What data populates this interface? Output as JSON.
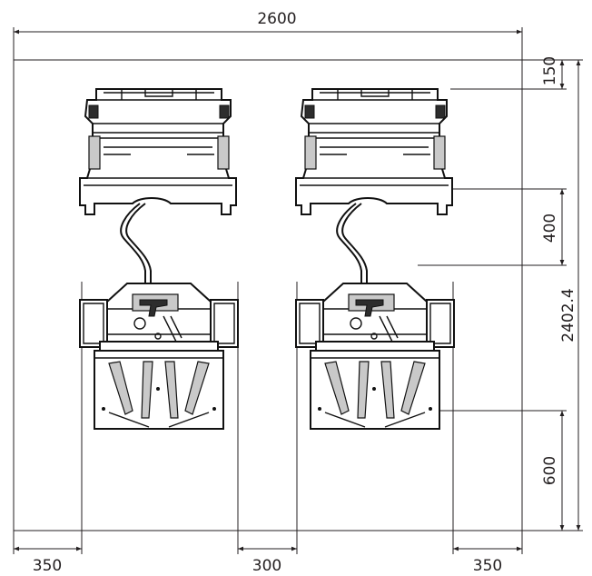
{
  "dimensions": {
    "total_width": "2600",
    "total_height": "2402.4",
    "top_clearance": "150",
    "seat_gap": "400",
    "rear_clearance": "600",
    "left_margin": "350",
    "center_gap": "300",
    "right_margin": "350"
  },
  "units": []
}
